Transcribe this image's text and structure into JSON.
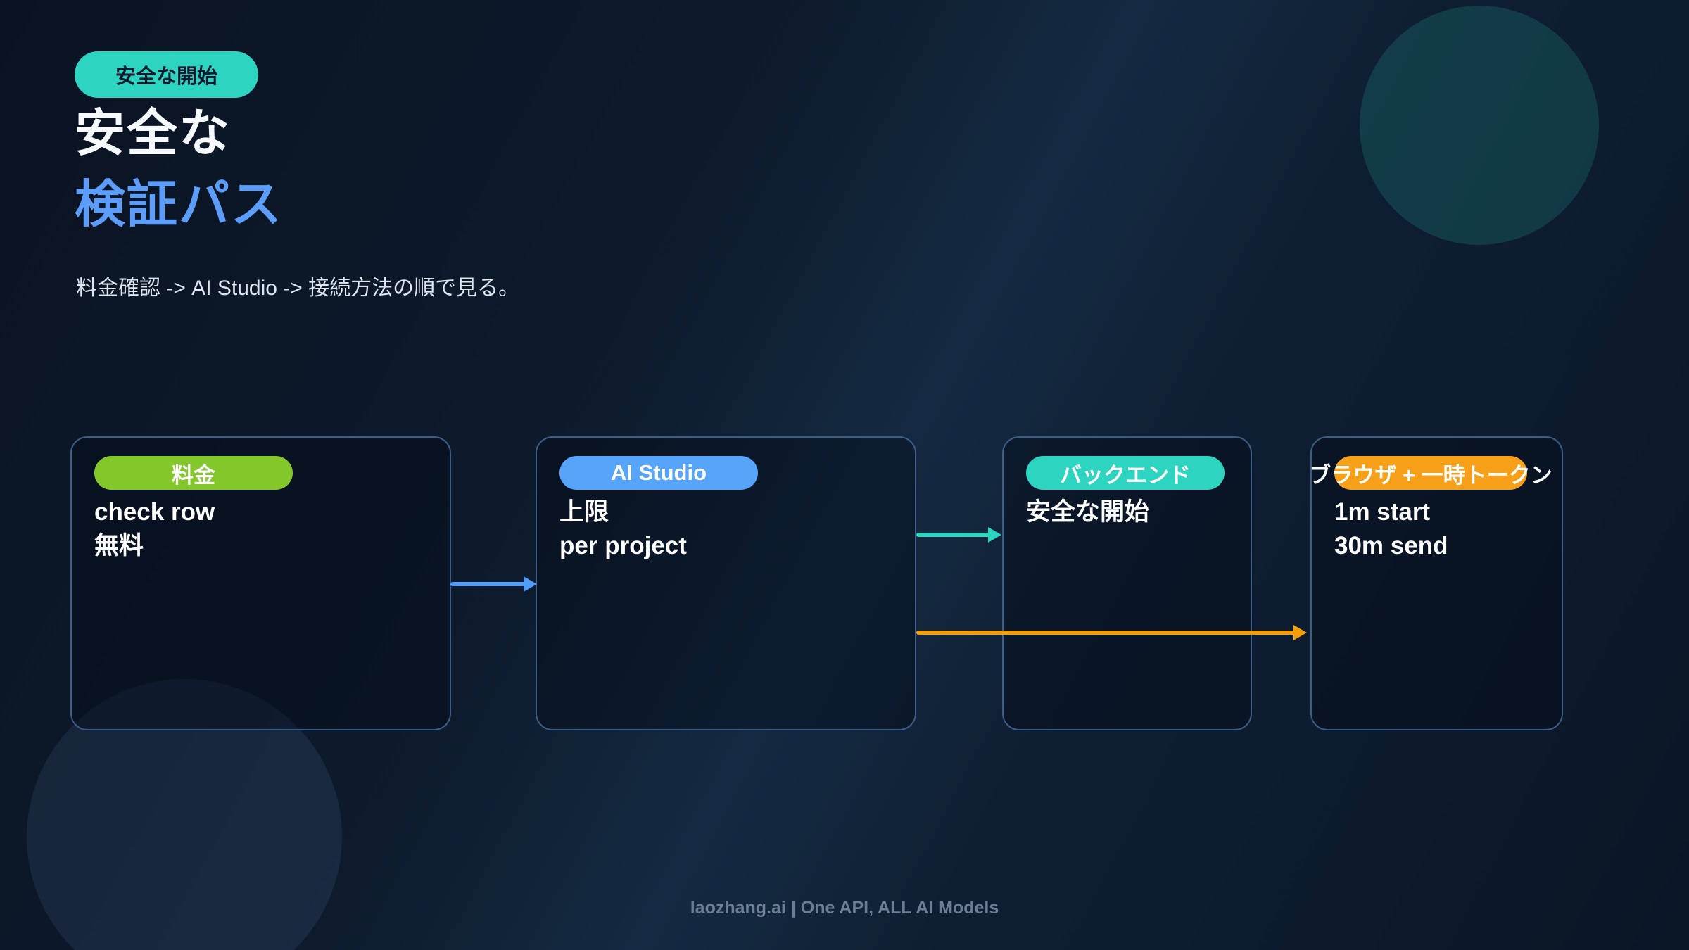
{
  "badge": {
    "label": "安全な開始"
  },
  "title": {
    "line1": "安全な",
    "line2": "検証パス"
  },
  "subtitle": "料金確認 -> AI Studio -> 接続方法の順で見る。",
  "flow": {
    "cards": [
      {
        "pill": "料金",
        "pill_color": "#84c72a",
        "lines": [
          "check row",
          "無料"
        ]
      },
      {
        "pill": "AI Studio",
        "pill_color": "#57a5fb",
        "lines": [
          "上限",
          "per project"
        ]
      },
      {
        "pill": "バックエンド",
        "pill_color": "#2dd4bf",
        "lines": [
          "安全な開始"
        ]
      },
      {
        "pill": "ブラウザ + 一時トークン",
        "pill_color": "#f5a018",
        "lines": [
          "1m start",
          "30m send"
        ]
      }
    ],
    "arrows": [
      {
        "from": "料金",
        "to": "AI Studio",
        "color": "#4f9cf9"
      },
      {
        "from": "AI Studio",
        "to": "バックエンド",
        "color": "#2dd4bf"
      },
      {
        "from": "AI Studio",
        "to": "ブラウザ + 一時トークン",
        "color": "#f59e0b"
      }
    ]
  },
  "colors": {
    "badge_bg": "#2dd4bf",
    "badge_text": "#0a1a2e",
    "title_primary": "#f7fafc",
    "title_accent": "#5b9df9"
  },
  "footer": "laozhang.ai | One API, ALL AI Models"
}
